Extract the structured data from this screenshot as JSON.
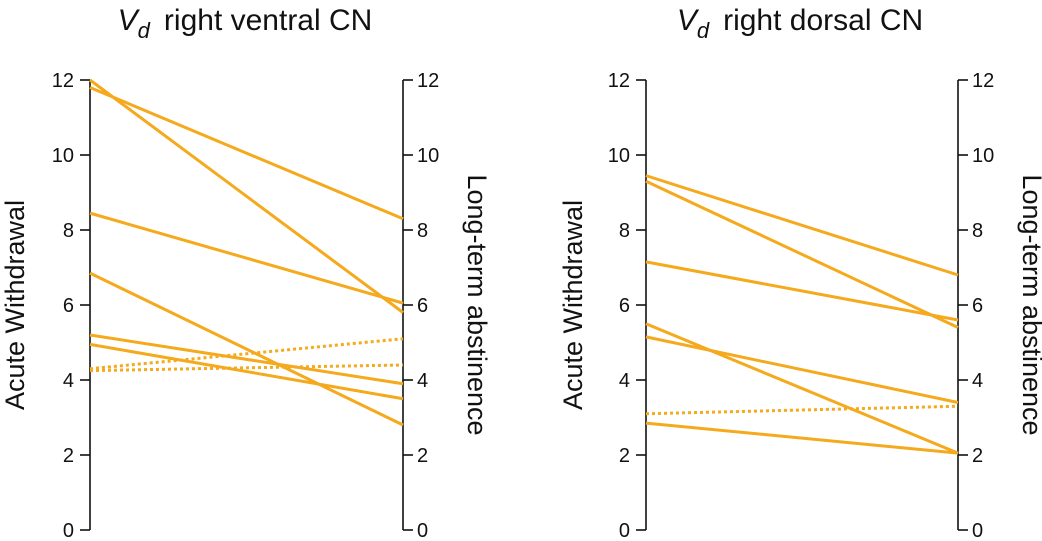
{
  "colors": {
    "series": "#F5A91C",
    "axis": "#111111",
    "background": "#FFFFFF"
  },
  "chart_data": [
    {
      "type": "line",
      "title_symbol": "V",
      "title_subscript": "d",
      "title_text": "right ventral CN",
      "ylabel_left": "Acute Withdrawal",
      "ylabel_right": "Long-term abstinence",
      "ylim": [
        0,
        12
      ],
      "ticks": [
        "0",
        "2",
        "4",
        "6",
        "8",
        "10",
        "12"
      ],
      "grid": false,
      "series": [
        {
          "start": 12.0,
          "end": 5.8,
          "style": "solid"
        },
        {
          "start": 11.8,
          "end": 8.3,
          "style": "solid"
        },
        {
          "start": 8.45,
          "end": 6.05,
          "style": "solid"
        },
        {
          "start": 6.85,
          "end": 2.8,
          "style": "solid"
        },
        {
          "start": 5.2,
          "end": 3.9,
          "style": "solid"
        },
        {
          "start": 4.95,
          "end": 3.5,
          "style": "solid"
        },
        {
          "start": 4.3,
          "end": 5.1,
          "style": "dotted"
        },
        {
          "start": 4.25,
          "end": 4.4,
          "style": "dotted"
        }
      ]
    },
    {
      "type": "line",
      "title_symbol": "V",
      "title_subscript": "d",
      "title_text": "right dorsal CN",
      "ylabel_left": "Acute Withdrawal",
      "ylabel_right": "Long-term abstinence",
      "ylim": [
        0,
        12
      ],
      "ticks": [
        "0",
        "2",
        "4",
        "6",
        "8",
        "10",
        "12"
      ],
      "grid": false,
      "series": [
        {
          "start": 9.45,
          "end": 6.8,
          "style": "solid"
        },
        {
          "start": 9.3,
          "end": 5.4,
          "style": "solid"
        },
        {
          "start": 7.15,
          "end": 5.6,
          "style": "solid"
        },
        {
          "start": 5.5,
          "end": 2.05,
          "style": "solid"
        },
        {
          "start": 5.15,
          "end": 3.4,
          "style": "solid"
        },
        {
          "start": 2.85,
          "end": 2.05,
          "style": "solid"
        },
        {
          "start": 3.1,
          "end": 3.3,
          "style": "dotted"
        }
      ]
    }
  ]
}
